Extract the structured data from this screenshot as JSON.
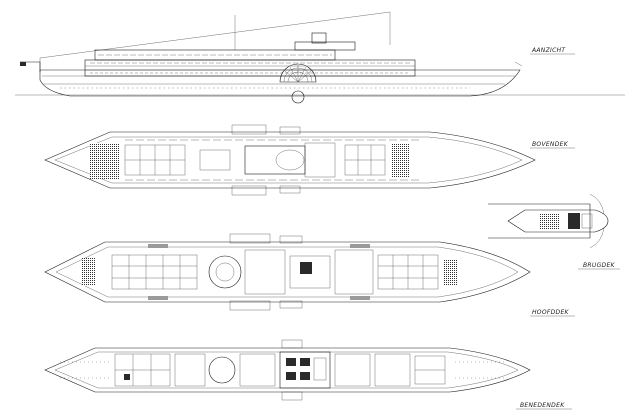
{
  "labels": {
    "aanzicht": "AANZICHT",
    "bovendek": "BOVENDEK",
    "brugdek": "BRUGDEK",
    "hoofddek": "HOOFDDEK",
    "benedendek": "BENEDENDEK"
  }
}
